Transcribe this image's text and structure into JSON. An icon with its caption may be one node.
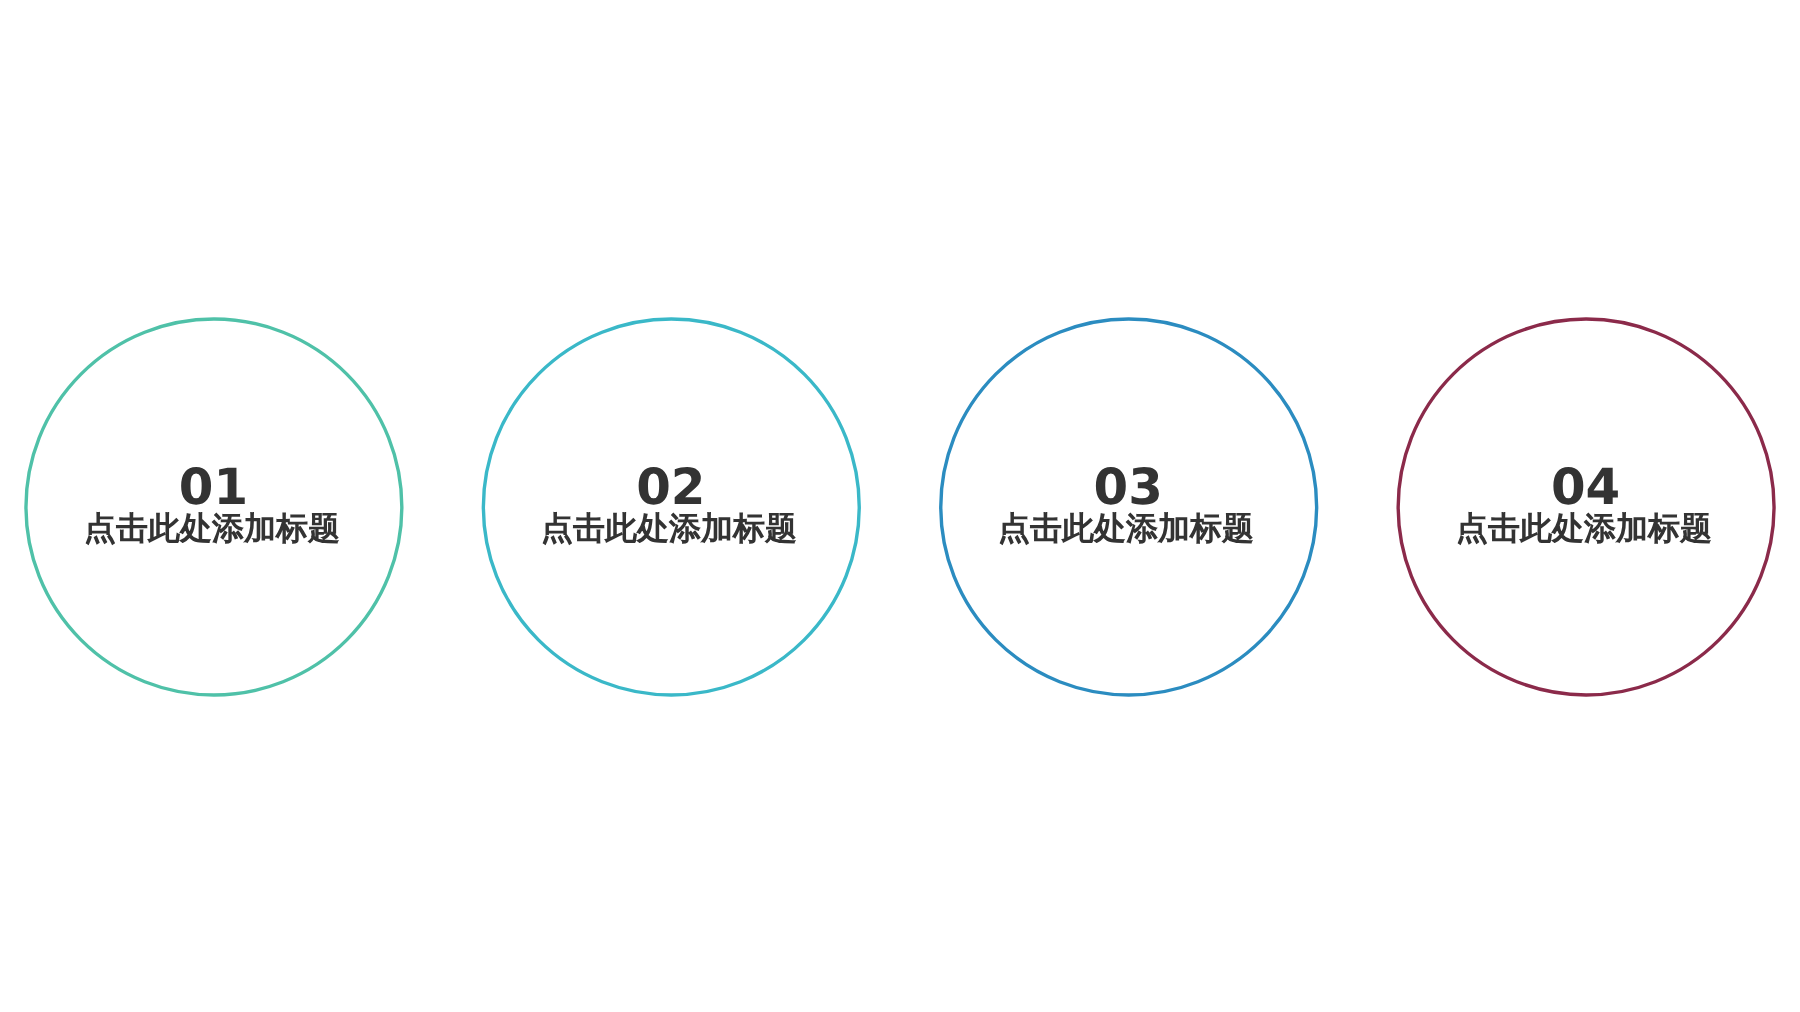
{
  "diagram": {
    "nodes": [
      {
        "text": [
          "01",
          "点击此处添加标题"
        ]
      },
      {
        "text": [
          "02",
          "点击此处添加标题"
        ]
      },
      {
        "text": [
          "03",
          "点击此处添加标题"
        ]
      },
      {
        "text": [
          "04",
          "点击此处添加标题"
        ]
      }
    ]
  }
}
